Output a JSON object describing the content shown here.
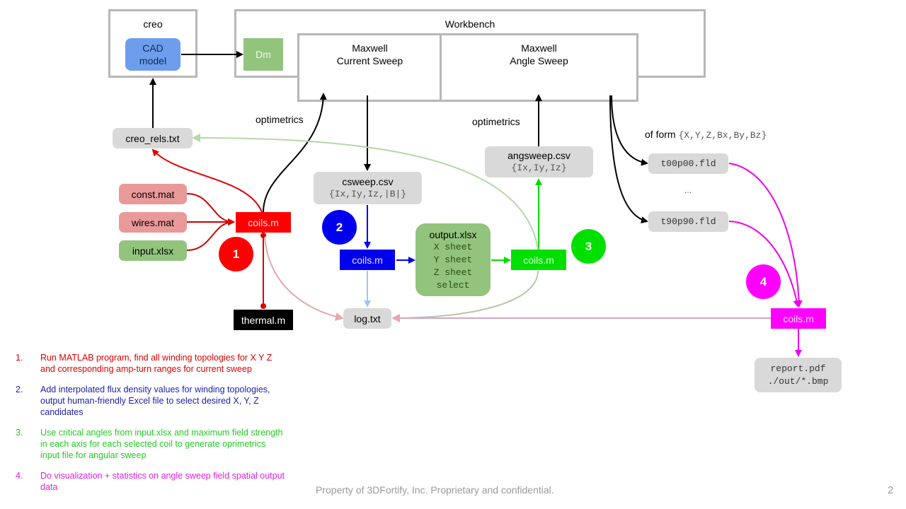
{
  "colors": {
    "frame": "#b7b7b7",
    "cad_blue": "#6d9eeb",
    "dm_green": "#93c47d",
    "file_grey": "#d9d9d9",
    "pink_file": "#ea9999",
    "step1": "#ff0000",
    "step2": "#0000ff",
    "step3": "#00e000",
    "step4": "#ff00ff",
    "thermal": "#000000"
  },
  "frames": {
    "creo": "creo",
    "workbench": "Workbench",
    "maxwell_current": [
      "Maxwell",
      "Current Sweep"
    ],
    "maxwell_angle": [
      "Maxwell",
      "Angle Sweep"
    ]
  },
  "nodes": {
    "cad_model": [
      "CAD",
      "model"
    ],
    "dm": "Dm",
    "creo_rels": "creo_rels.txt",
    "const_mat": "const.mat",
    "wires_mat": "wires.mat",
    "input_xlsx": "input.xlsx",
    "coils1": "coils.m",
    "thermal": "thermal.m",
    "csweep_name": "csweep.csv",
    "csweep_fmt": "{Ix,Iy,Iz,|B|}",
    "coils2": "coils.m",
    "output_name": "output.xlsx",
    "output_sheets": [
      "X sheet",
      "Y sheet",
      "Z sheet",
      "select"
    ],
    "coils3": "coils.m",
    "angsweep_name": "angsweep.csv",
    "angsweep_fmt": "{Ix,Iy,Iz}",
    "log": "log.txt",
    "fld_first": "t00p00.fld",
    "fld_ellipsis": "...",
    "fld_last": "t90p90.fld",
    "coils4": "coils.m",
    "report": [
      "report.pdf",
      "./out/*.bmp"
    ]
  },
  "labels": {
    "optimetrics_left": "optimetrics",
    "optimetrics_right": "optimetrics",
    "of_form_prefix": "of form",
    "of_form_fmt": "{X,Y,Z,Bx,By,Bz}"
  },
  "badges": [
    "1",
    "2",
    "3",
    "4"
  ],
  "notes": [
    {
      "num": "1.",
      "text": "Run MATLAB program, find all winding topologies for X Y Z and corresponding amp-turn ranges for current sweep"
    },
    {
      "num": "2.",
      "text": "Add interpolated flux density values for winding topologies, output human-friendly Excel file to select desired X, Y, Z candidates"
    },
    {
      "num": "3.",
      "text": "Use critical angles from input.xlsx and maximum field strength in each axis for each selected coil to generate oprimetrics input file for angular sweep"
    },
    {
      "num": "4.",
      "text": "Do visualization + statistics on angle sweep field spatial output data"
    }
  ],
  "footer": {
    "text": "Property of 3DFortify, Inc. Proprietary and confidential.",
    "page": "2"
  }
}
